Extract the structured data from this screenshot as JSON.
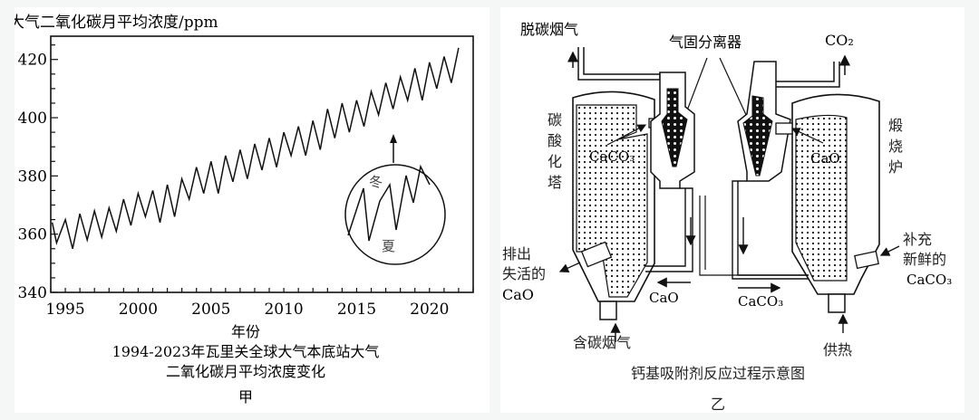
{
  "figure_a": {
    "label": "甲",
    "caption_line1": "1994-2023年瓦里关全球大气本底站大气",
    "caption_line2": "二氧化碳月平均浓度变化",
    "inset": {
      "winter_label": "冬",
      "summer_label": "夏"
    }
  },
  "figure_b": {
    "label": "乙",
    "caption": "钙基吸附剂反应过程示意图",
    "labels": {
      "decarb_flue_gas": "脱碳烟气",
      "separator": "气固分离器",
      "co2_out": "CO₂",
      "carbonation_tower": [
        "碳",
        "酸",
        "化",
        "塔"
      ],
      "calciner": [
        "煅",
        "烧",
        "炉"
      ],
      "caco3_in_tower": "CaCO₃",
      "cao_in_calciner": "CaO",
      "discharge_line1": "排出",
      "discharge_line2": "失活的",
      "discharge_line3": "CaO",
      "cao_flow": "CaO",
      "caco3_flow": "CaCO₃",
      "carbon_flue_gas": "含碳烟气",
      "heat_supply": "供热",
      "supplement_line1": "补充",
      "supplement_line2": "新鲜的",
      "supplement_line3": "CaCO₃"
    }
  },
  "chart_data": {
    "type": "line",
    "title": "大气二氧化碳月平均浓度/ppm",
    "xlabel": "年份",
    "ylabel": "大气二氧化碳月平均浓度/ppm",
    "xlim": [
      1994,
      2023
    ],
    "ylim": [
      340,
      428
    ],
    "x_ticks": [
      1995,
      2000,
      2005,
      2010,
      2015,
      2020
    ],
    "y_ticks": [
      340,
      360,
      380,
      400,
      420
    ],
    "grid": false,
    "series": [
      {
        "name": "CO2 monthly mean (seasonal peaks/troughs)",
        "x": [
          1994.1,
          1994.4,
          1995.0,
          1995.5,
          1996.0,
          1996.5,
          1997.0,
          1997.5,
          1998.0,
          1998.5,
          1999.0,
          1999.5,
          2000.0,
          2000.5,
          2001.0,
          2001.5,
          2002.0,
          2002.5,
          2003.0,
          2003.5,
          2004.0,
          2004.5,
          2005.0,
          2005.5,
          2006.0,
          2006.5,
          2007.0,
          2007.5,
          2008.0,
          2008.5,
          2009.0,
          2009.5,
          2010.0,
          2010.5,
          2011.0,
          2011.5,
          2012.0,
          2012.5,
          2013.0,
          2013.5,
          2014.0,
          2014.5,
          2015.0,
          2015.5,
          2016.0,
          2016.5,
          2017.0,
          2017.5,
          2018.0,
          2018.5,
          2019.0,
          2019.5,
          2020.0,
          2020.5,
          2021.0,
          2021.5,
          2022.0
        ],
        "values": [
          364,
          357,
          365,
          355,
          367,
          358,
          368,
          359,
          369,
          361,
          372,
          363,
          374,
          366,
          375,
          364,
          377,
          366,
          379,
          372,
          383,
          374,
          385,
          374,
          387,
          378,
          389,
          379,
          391,
          382,
          393,
          383,
          395,
          387,
          397,
          387,
          399,
          389,
          403,
          393,
          405,
          395,
          406,
          397,
          409,
          401,
          412,
          403,
          414,
          406,
          417,
          406,
          419,
          410,
          421,
          412,
          424
        ]
      }
    ],
    "annotations": [
      {
        "text": "冬",
        "meaning": "winter peak"
      },
      {
        "text": "夏",
        "meaning": "summer trough"
      }
    ]
  }
}
